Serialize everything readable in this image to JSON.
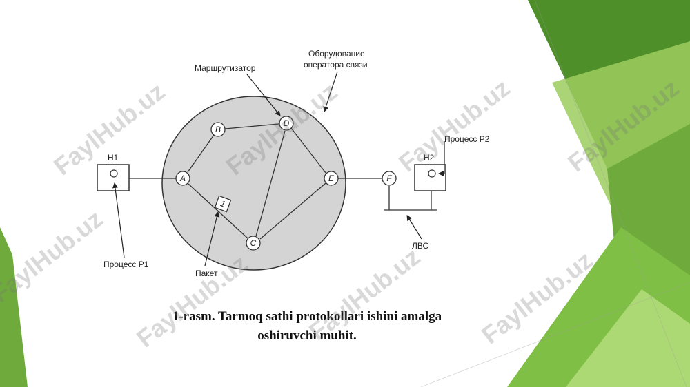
{
  "diagram": {
    "nodes": {
      "a": "A",
      "b": "B",
      "c": "C",
      "d": "D",
      "e": "E",
      "f": "F"
    },
    "packet_number": "1",
    "hosts": {
      "h1": "H1",
      "h2": "H2"
    },
    "labels": {
      "router": "Маршрутизатор",
      "operator_line1": "Оборудование",
      "operator_line2": "оператора связи",
      "process_p1": "Процесс P1",
      "process_p2": "Процесс P2",
      "packet": "Пакет",
      "lan": "ЛВС"
    }
  },
  "caption": {
    "line1": "1-rasm. Tarmoq sathi protokollari ishini amalga",
    "line2": "oshiruvchi muhit."
  },
  "watermark": "FaylHub.uz",
  "colors": {
    "ellipse_fill": "#d4d4d4",
    "green_dark": "#5b9a2f",
    "green_mid": "#7ab648",
    "green_light": "#a9d46c"
  }
}
